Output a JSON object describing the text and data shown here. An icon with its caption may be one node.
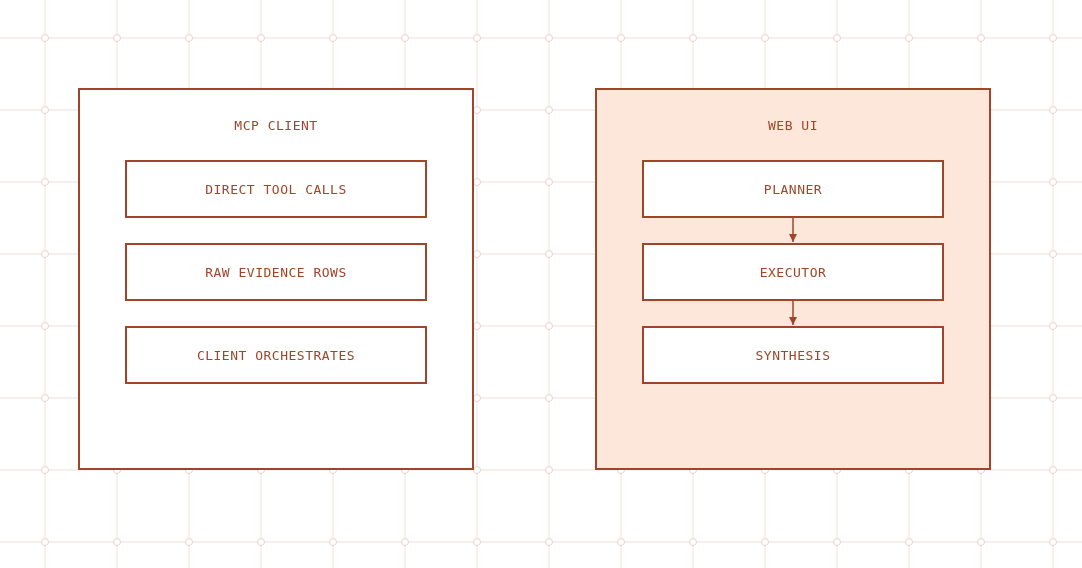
{
  "diagram": {
    "nodes": [
      {
        "text": [
          "MCP CLIENT"
        ]
      },
      {
        "text": [
          "DIRECT TOOL CALLS"
        ],
        "in": 0
      },
      {
        "text": [
          "RAW EVIDENCE ROWS"
        ],
        "in": 0
      },
      {
        "text": [
          "CLIENT ORCHESTRATES"
        ],
        "in": 0
      },
      {
        "text": [
          "WEB UI"
        ]
      },
      {
        "text": [
          "PLANNER"
        ],
        "in": 4
      },
      {
        "text": [
          "EXECUTOR"
        ],
        "in": 4
      },
      {
        "text": [
          "SYNTHESIS"
        ],
        "in": 4
      }
    ],
    "edges": [
      {
        "from": 5,
        "to": 6,
        "arrow": "to"
      },
      {
        "from": 6,
        "to": 7,
        "arrow": "to"
      }
    ]
  }
}
